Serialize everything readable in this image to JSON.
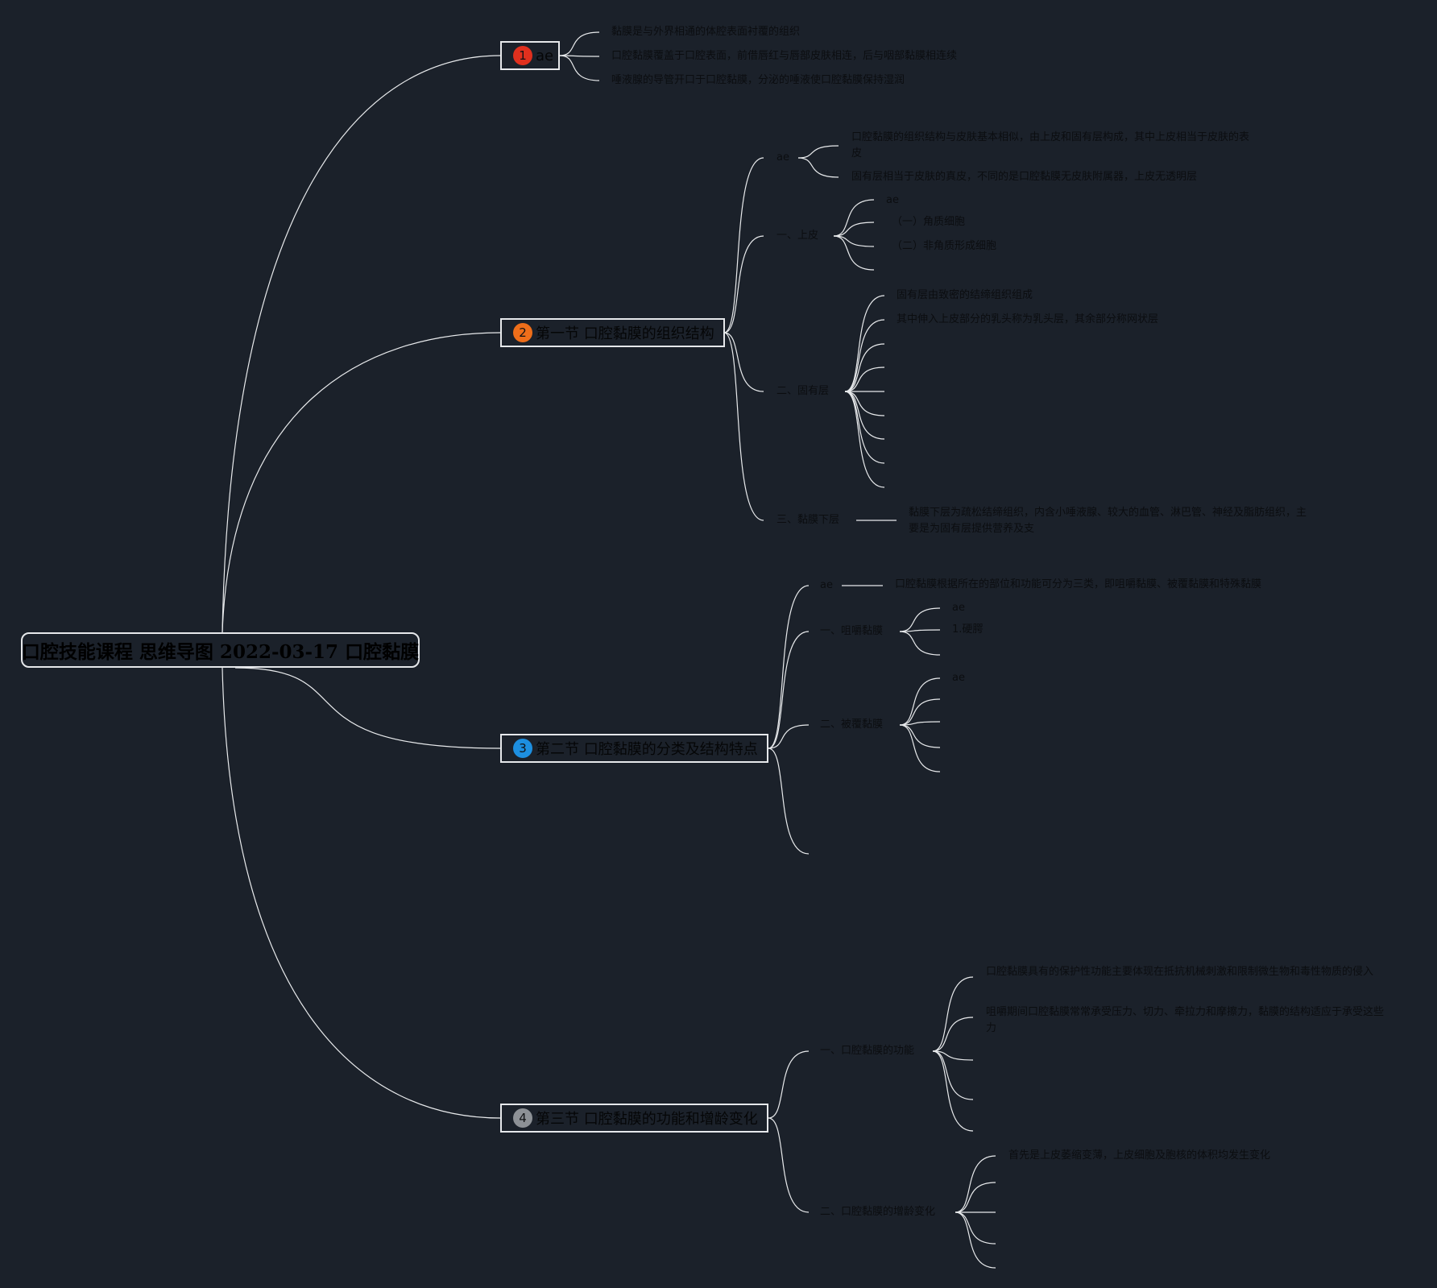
{
  "root": {
    "title": "口腔技能课程 思维导图 2022-03-17 口腔黏膜"
  },
  "sections": [
    {
      "badge": "1",
      "badge_color": "#e0301e",
      "label": "ae",
      "items": [
        "黏膜是与外界相通的体腔表面衬覆的组织",
        "口腔黏膜覆盖于口腔表面，前借唇红与唇部皮肤相连，后与咽部黏膜相连续",
        "唾液腺的导管开口于口腔黏膜，分泌的唾液使口腔黏膜保持湿润"
      ]
    },
    {
      "badge": "2",
      "badge_color": "#ee6e1a",
      "label": "第一节 口腔黏膜的组织结构",
      "groups": [
        {
          "label": "ae",
          "items": [
            "口腔黏膜的组织结构与皮肤基本相似，由上皮和固有层构成，其中上皮相当于皮肤的表皮",
            "固有层相当于皮肤的真皮，不同的是口腔黏膜无皮肤附属器，上皮无透明层"
          ]
        },
        {
          "label": "一、上皮",
          "items": [
            "ae",
            "（一）角质细胞",
            "（二）非角质形成细胞"
          ]
        },
        {
          "label": "二、固有层",
          "items": [
            "固有层由致密的结缔组织组成",
            "其中伸入上皮部分的乳头称为乳头层，其余部分称网状层"
          ]
        },
        {
          "label": "三、黏膜下层",
          "items": [
            "黏膜下层为疏松结缔组织，内含小唾液腺、较大的血管、淋巴管、神经及脂肪组织，主要是为固有层提供营养及支"
          ]
        }
      ]
    },
    {
      "badge": "3",
      "badge_color": "#1d8fe0",
      "label": "第二节 口腔黏膜的分类及结构特点",
      "groups": [
        {
          "label": "ae",
          "items": [
            "口腔黏膜根据所在的部位和功能可分为三类，即咀嚼黏膜、被覆黏膜和特殊黏膜"
          ]
        },
        {
          "label": "一、咀嚼黏膜",
          "items": [
            "ae",
            "1.硬腭"
          ]
        },
        {
          "label": "二、被覆黏膜",
          "items": [
            "ae"
          ]
        }
      ]
    },
    {
      "badge": "4",
      "badge_color": "#8d9196",
      "label": "第三节 口腔黏膜的功能和增龄变化",
      "groups": [
        {
          "label": "一、口腔黏膜的功能",
          "items": [
            "口腔黏膜具有的保护性功能主要体现在抵抗机械刺激和限制微生物和毒性物质的侵入",
            "咀嚼期间口腔黏膜常常承受压力、切力、牵拉力和摩擦力，黏膜的结构适应于承受这些力"
          ]
        },
        {
          "label": "二、口腔黏膜的增龄变化",
          "items": [
            "首先是上皮萎缩变薄，上皮细胞及胞核的体积均发生变化"
          ]
        }
      ]
    }
  ]
}
